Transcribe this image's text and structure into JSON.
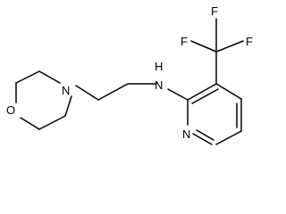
{
  "diagram": {
    "type": "chemical-structure",
    "atoms": {
      "morpholine_o": "O",
      "morpholine_n": "N",
      "amine": "N",
      "amine_h": "H",
      "pyridine_n": "N",
      "fluorine_1": "F",
      "fluorine_2": "F",
      "fluorine_3": "F"
    }
  }
}
